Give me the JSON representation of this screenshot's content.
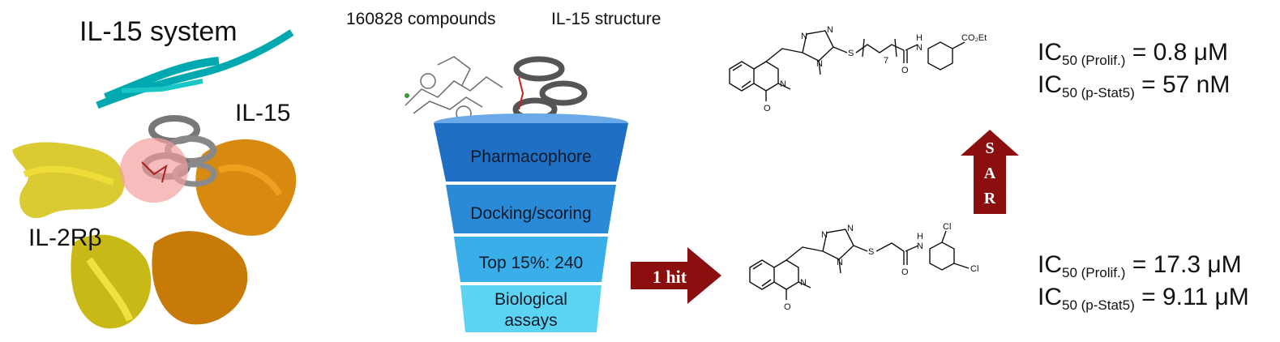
{
  "protein": {
    "title": "IL-15 system",
    "il15_label": "IL-15",
    "receptor_label": "IL-2Rβ"
  },
  "funnel": {
    "compounds_label": "160828 compounds",
    "structure_label": "IL-15 structure",
    "stages": [
      "Pharmacophore",
      "Docking/scoring",
      "Top 15%: 240",
      "Biological",
      "assays"
    ],
    "colors": [
      "#1f6fc4",
      "#2a8ad8",
      "#3aaee8",
      "#5dd3f2"
    ]
  },
  "arrows": {
    "hit_label": "1 hit",
    "sar_letters": [
      "S",
      "A",
      "R"
    ],
    "color": "#8b0f0f"
  },
  "optimized": {
    "substituent": "CO₂Et",
    "chain_n": "7",
    "ic_prolif_sub": "50 (Prolif.)",
    "ic_prolif_val": "= 0.8 μM",
    "ic_pstat_sub": "50 (p-Stat5)",
    "ic_pstat_val": "= 57 nM"
  },
  "hit": {
    "substituent": "Cl",
    "ic_prolif_sub": "50 (Prolif.)",
    "ic_prolif_val": "= 17.3 μM",
    "ic_pstat_sub": "50 (p-Stat5)",
    "ic_pstat_val": "= 9.11 μM"
  },
  "chem": {
    "ic_prefix": "IC",
    "atom_n": "N",
    "atom_h": "H",
    "atom_o": "O",
    "atom_s": "S"
  }
}
